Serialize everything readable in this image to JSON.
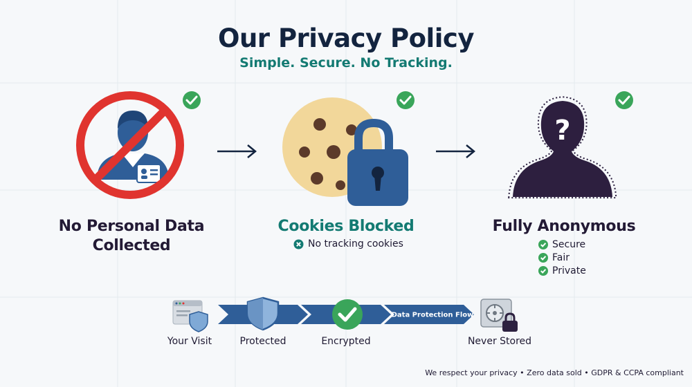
{
  "header": {
    "title": "Our Privacy Policy",
    "subtitle": "Simple. Secure. No Tracking."
  },
  "pillars": [
    {
      "title_line1": "No Personal Data",
      "title_line2": "Collected",
      "icon": "no-personal-data-icon"
    },
    {
      "title": "Cookies Blocked",
      "note": "No tracking cookies",
      "icon": "cookie-lock-icon"
    },
    {
      "title": "Fully Anonymous",
      "checks": [
        "Secure",
        "Fair",
        "Private"
      ],
      "icon": "anonymous-user-icon"
    }
  ],
  "flow": {
    "banner_label": "Data Protection Flow",
    "steps": [
      "Your Visit",
      "Protected",
      "Encrypted",
      "Never Stored"
    ]
  },
  "footer": "We respect your privacy • Zero data sold • GDPR & CCPA compliant",
  "colors": {
    "navy": "#13243f",
    "teal": "#137a72",
    "red": "#e0342f",
    "blue": "#2f5e98",
    "green": "#3aa55a",
    "cookie": "#f2d79a",
    "chip": "#5c3a2a"
  }
}
